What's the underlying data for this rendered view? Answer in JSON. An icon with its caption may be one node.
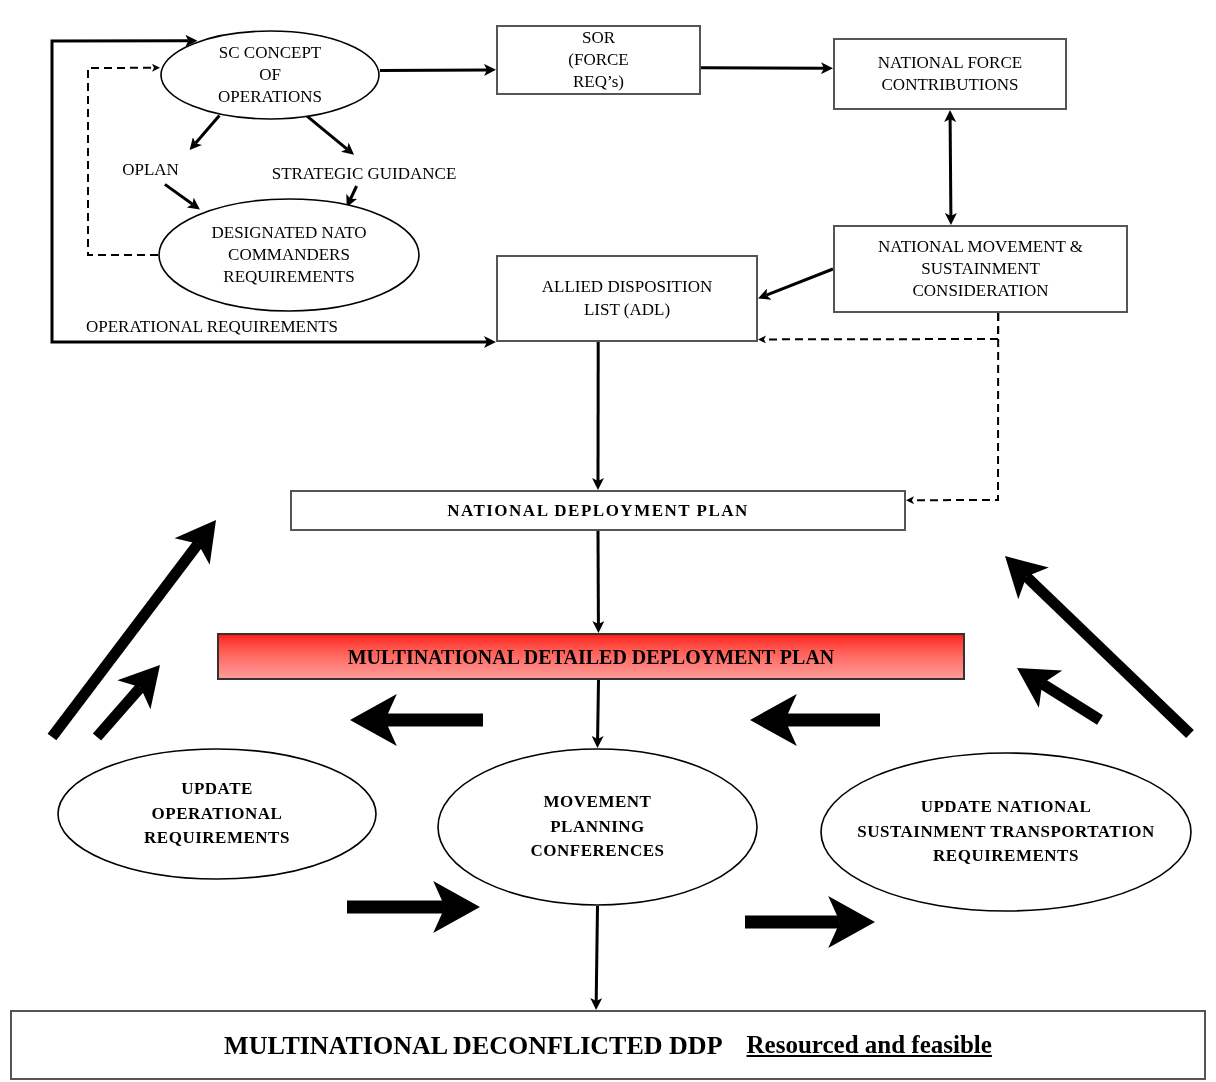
{
  "diagram": {
    "nodes": [
      {
        "text": [
          "SC CONCEPT OF OPERATIONS"
        ]
      },
      {
        "text": [
          "SOR (FORCE REQ’s)"
        ]
      },
      {
        "text": [
          "NATIONAL FORCE CONTRIBUTIONS"
        ]
      },
      {
        "text": [
          "OPLAN"
        ]
      },
      {
        "text": [
          "STRATEGIC GUIDANCE"
        ]
      },
      {
        "text": [
          "DESIGNATED NATO COMMANDERS REQUIREMENTS"
        ]
      },
      {
        "text": [
          "NATIONAL MOVEMENT & SUSTAINMENT CONSIDERATION"
        ]
      },
      {
        "text": [
          "ALLIED DISPOSITION LIST (ADL)"
        ]
      },
      {
        "text": [
          "NATIONAL DEPLOYMENT PLAN"
        ]
      },
      {
        "text": [
          "MULTINATIONAL DETAILED DEPLOYMENT PLAN"
        ]
      },
      {
        "text": [
          "UPDATE OPERATIONAL REQUIREMENTS"
        ]
      },
      {
        "text": [
          "MOVEMENT PLANNING CONFERENCES"
        ]
      },
      {
        "text": [
          "UPDATE NATIONAL SUSTAINMENT TRANSPORTATION REQUIREMENTS"
        ]
      },
      {
        "text": [
          "MULTINATIONAL DECONFLICTED DDP",
          "Resourced and feasible"
        ]
      }
    ],
    "edges": [
      {
        "from": 0,
        "to": 7,
        "arrow": "both",
        "label": "OPERATIONAL REQUIREMENTS"
      },
      {
        "from": 5,
        "to": 0,
        "arrow": "to",
        "style": "dashed"
      },
      {
        "from": 0,
        "to": 1,
        "arrow": "to"
      },
      {
        "from": 1,
        "to": 2,
        "arrow": "to"
      },
      {
        "from": 0,
        "to": 3,
        "arrow": "to"
      },
      {
        "from": 0,
        "to": 4,
        "arrow": "to"
      },
      {
        "from": 3,
        "to": 5,
        "arrow": "to"
      },
      {
        "from": 4,
        "to": 5,
        "arrow": "to"
      },
      {
        "from": 2,
        "to": 6,
        "arrow": "both"
      },
      {
        "from": 6,
        "to": 7,
        "arrow": "to"
      },
      {
        "from": 6,
        "to": 7,
        "arrow": "to",
        "style": "dashed"
      },
      {
        "from": 6,
        "to": 8,
        "arrow": "to",
        "style": "dashed"
      },
      {
        "from": 7,
        "to": 8,
        "arrow": "to"
      },
      {
        "from": 8,
        "to": 9,
        "arrow": "to"
      },
      {
        "from": 9,
        "to": 11,
        "arrow": "to"
      },
      {
        "from": 11,
        "to": 13,
        "arrow": "to"
      }
    ]
  }
}
